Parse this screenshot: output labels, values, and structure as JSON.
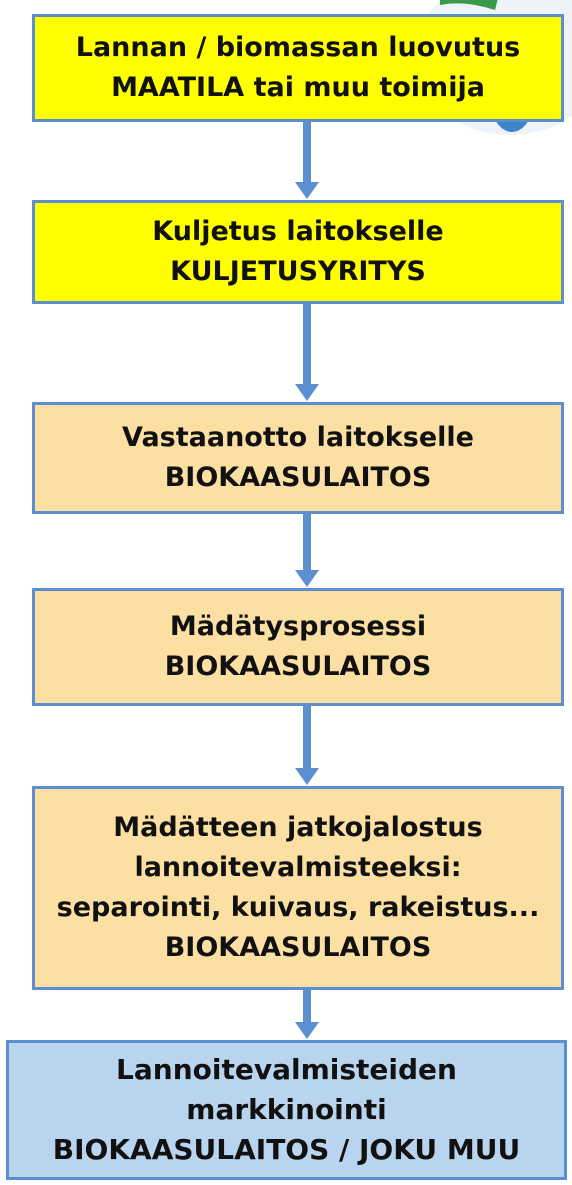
{
  "colors": {
    "yellow": "#ffff00",
    "peach": "#fbdfa3",
    "blue": "#b9d4ee",
    "border": "#5b8fd0",
    "arrow": "#5b8fd0"
  },
  "steps": [
    {
      "line1": "Lannan / biomassan luovutus",
      "line2": "MAATILA tai muu toimija",
      "color": "yellow"
    },
    {
      "line1": "Kuljetus laitokselle",
      "line2": "KULJETUSYRITYS",
      "color": "yellow"
    },
    {
      "line1": "Vastaanotto laitokselle",
      "line2": "BIOKAASULAITOS",
      "color": "peach"
    },
    {
      "line1": "Mädätysprosessi",
      "line2": "BIOKAASULAITOS",
      "color": "peach"
    },
    {
      "line1": "Mädätteen jatkojalostus",
      "line2": "lannoitevalmisteeksi:",
      "line3": "separointi, kuivaus, rakeistus...",
      "line4": "BIOKAASULAITOS",
      "color": "peach"
    },
    {
      "line1": "Lannoitevalmisteiden",
      "line2": "markkinointi",
      "line3": "BIOKAASULAITOS / JOKU MUU",
      "color": "blue"
    }
  ]
}
